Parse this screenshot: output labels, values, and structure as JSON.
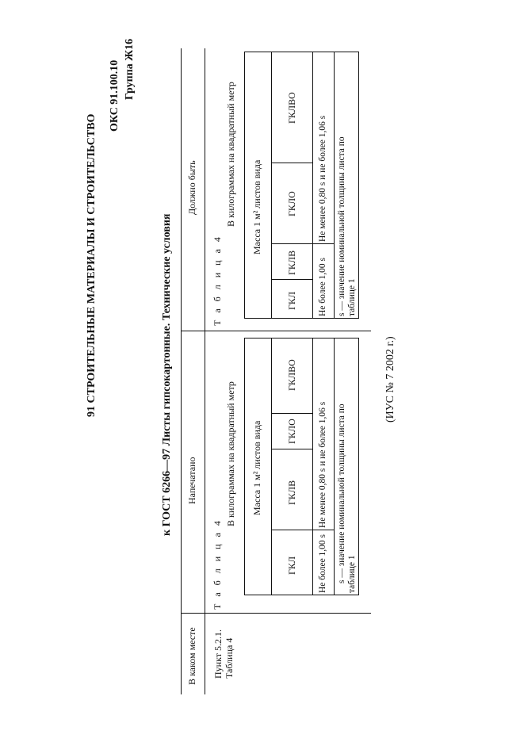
{
  "section_title": "91 СТРОИТЕЛЬНЫЕ МАТЕРИАЛЫ И СТРОИТЕЛЬСТВО",
  "oks": "ОКС 91.100.10",
  "group": "Группа Ж16",
  "doc_title": "к ГОСТ 6266—97 Листы гипсокартонные. Технические условия",
  "columns": {
    "where": "В каком месте",
    "printed": "Напечатано",
    "should_be": "Должно быть"
  },
  "row": {
    "where_line1": "Пункт 5.2.1.",
    "where_line2": "Таблица 4"
  },
  "printed": {
    "table_label": "Т а б л и ц а   4",
    "units": "В килограммах на квадратный метр",
    "mass_header": "Масса 1 м² листов вида",
    "types": [
      "ГКЛ",
      "ГКЛВ",
      "ГКЛО",
      "ГКЛВО"
    ],
    "val_left": "Не более 1,00 s",
    "val_right": "Не менее 0,80 s и не более 1,06 s",
    "note_line1": "s — значение номинальной толщины листа по",
    "note_line2": "таблице 1"
  },
  "should_be": {
    "table_label": "Т а б л и ц а   4",
    "units": "В килограммах на квадратный метр",
    "mass_header": "Масса 1 м² листов вида",
    "types": [
      "ГКЛ",
      "ГКЛВ",
      "ГКЛО",
      "ГКЛВО"
    ],
    "val_left": "Не более 1,00 s",
    "val_right": "Не менее 0,80 s и не более 1,06 s",
    "note_line1": "s — значение номинальной толщины листа по",
    "note_line2": "таблице 1"
  },
  "footer": "(ИУС № 7 2002 г.)"
}
